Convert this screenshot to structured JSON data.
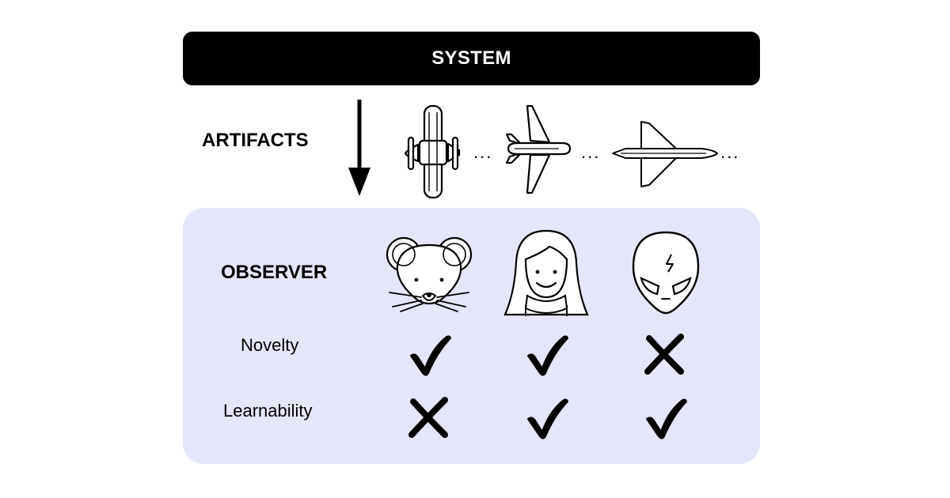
{
  "system": {
    "label": "SYSTEM"
  },
  "artifacts": {
    "label": "ARTIFACTS",
    "items": [
      {
        "icon": "biplane-icon"
      },
      {
        "icon": "jet-airliner-icon"
      },
      {
        "icon": "delta-wing-spaceplane-icon"
      }
    ],
    "separator": "..."
  },
  "observer": {
    "label": "OBSERVER",
    "items": [
      {
        "icon": "mouse-icon"
      },
      {
        "icon": "woman-icon"
      },
      {
        "icon": "alien-icon"
      }
    ]
  },
  "criteria": [
    {
      "label": "Novelty",
      "marks": [
        "check",
        "check",
        "cross"
      ]
    },
    {
      "label": "Learnability",
      "marks": [
        "cross",
        "check",
        "check"
      ]
    }
  ],
  "colors": {
    "panel": "#e6e6fb",
    "bar": "#000000",
    "text": "#000000"
  }
}
